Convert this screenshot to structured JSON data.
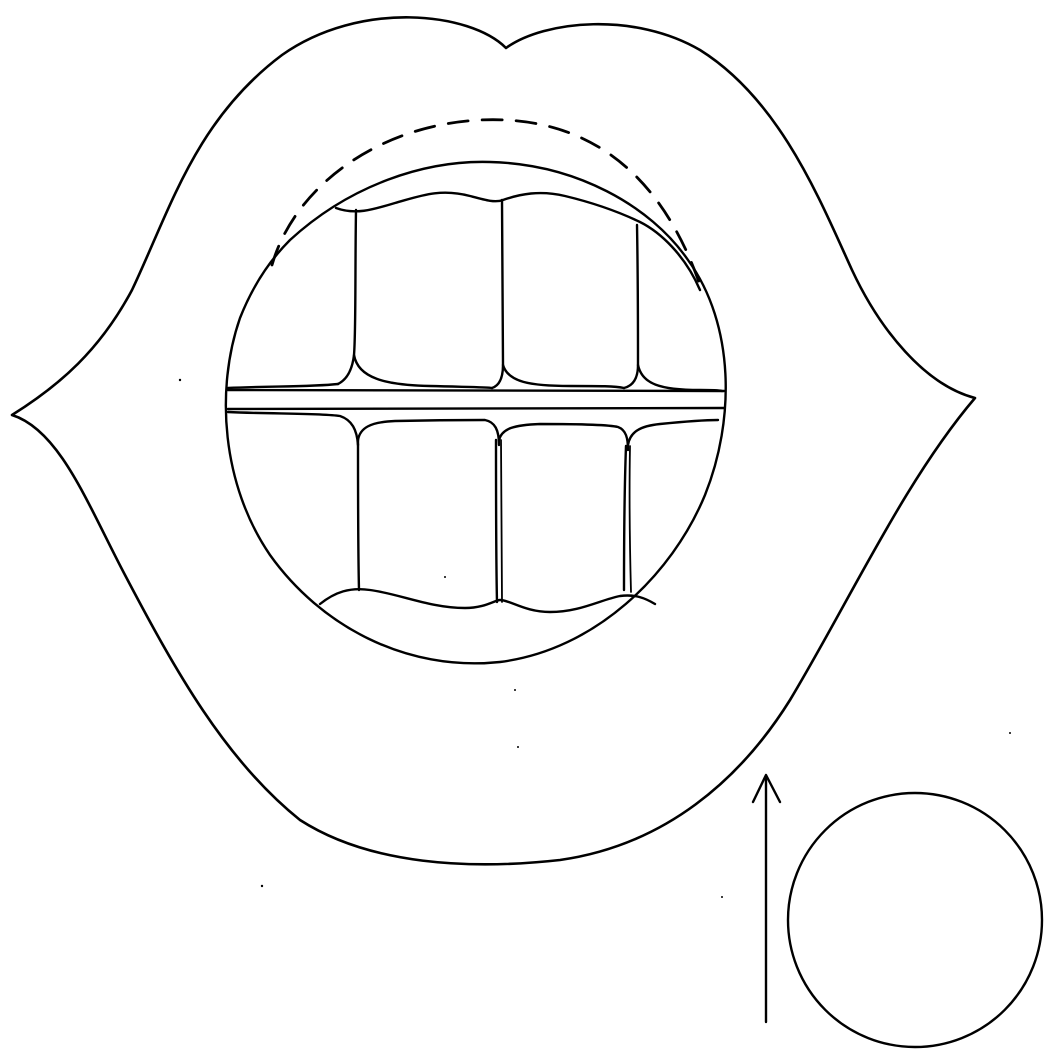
{
  "drawing": {
    "subject": "lips-and-teeth",
    "background_color": "#ffffff",
    "ink_color": "#000000",
    "parts": {
      "outer_lips": "outline",
      "mouth_opening": "outline",
      "upper_gum": "outline",
      "upper_teeth_count_visible": 3,
      "lower_teeth_count_visible": 3,
      "lower_gum": "outline",
      "guide_line": "dashed",
      "pointer": "arrow",
      "marker": "circle"
    }
  }
}
